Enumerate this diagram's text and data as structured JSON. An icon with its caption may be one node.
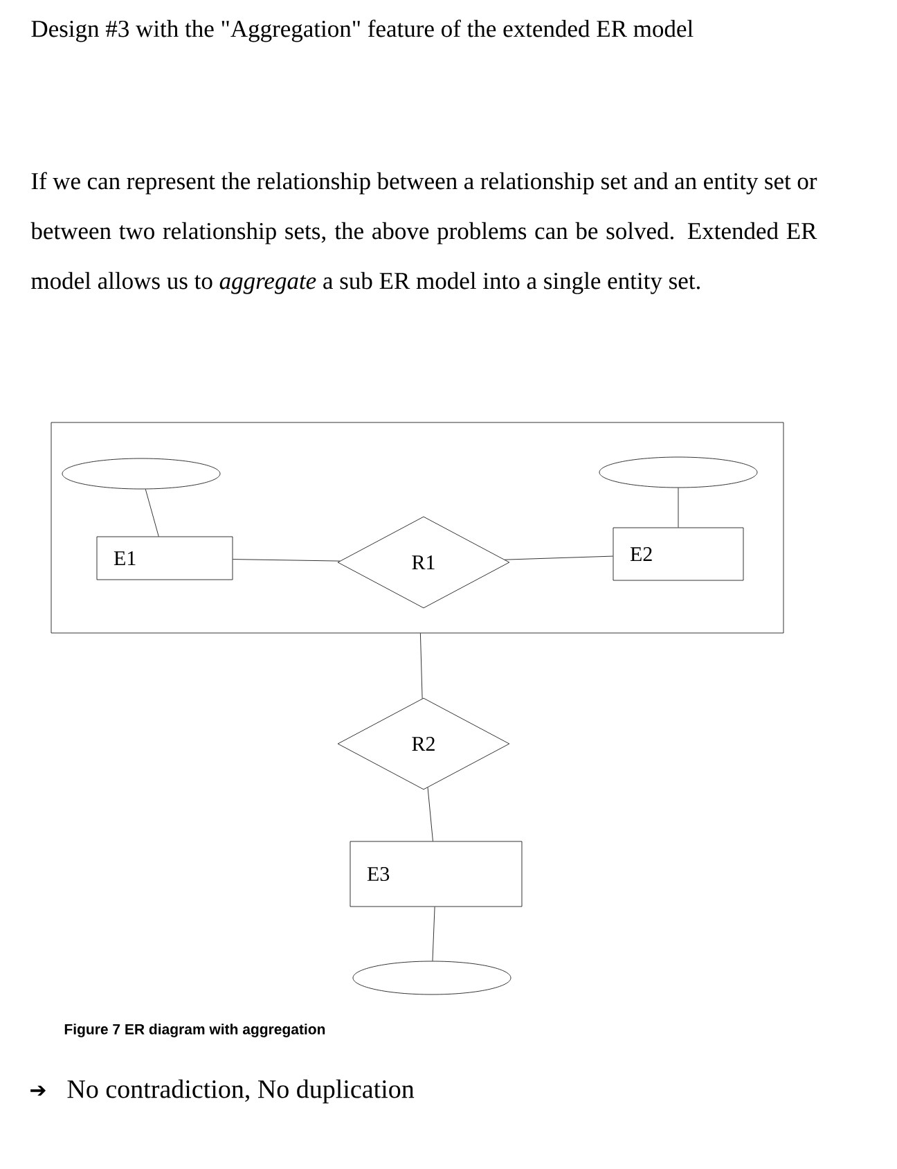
{
  "diagram": {
    "title": "Design #3 with the \"Aggregation\" feature of the extended ER model",
    "caption": "Figure 7 ER diagram with aggregation",
    "nodes": [
      {
        "text": [],
        "shape": "box"
      },
      {
        "text": [],
        "shape": "ellipse",
        "in": 0
      },
      {
        "text": [
          "E1"
        ],
        "in": 0
      },
      {
        "text": [
          "R1"
        ],
        "in": 0
      },
      {
        "text": [],
        "shape": "ellipse",
        "in": 0
      },
      {
        "text": [
          "E2"
        ],
        "in": 0
      },
      {
        "text": [
          "R2"
        ]
      },
      {
        "text": [
          "E3"
        ]
      },
      {
        "text": [],
        "shape": "ellipse"
      }
    ],
    "edges": [
      {
        "from": 1,
        "to": 2,
        "arrow": "none"
      },
      {
        "from": 2,
        "to": 3,
        "arrow": "none"
      },
      {
        "from": 3,
        "to": 5,
        "arrow": "none"
      },
      {
        "from": 4,
        "to": 5,
        "arrow": "none"
      },
      {
        "from": 6,
        "to": 0,
        "arrow": "none"
      },
      {
        "from": 6,
        "to": 7,
        "arrow": "none"
      },
      {
        "from": 7,
        "to": 8,
        "arrow": "none"
      }
    ],
    "labels": [
      "If we can represent the relationship between a relationship set and an entity set or between two relationship sets, the above problems can be solved. Extended ER model allows us to *aggregate* a sub ER model into a single entity set.",
      "➔",
      "No contradiction, No duplication"
    ]
  }
}
